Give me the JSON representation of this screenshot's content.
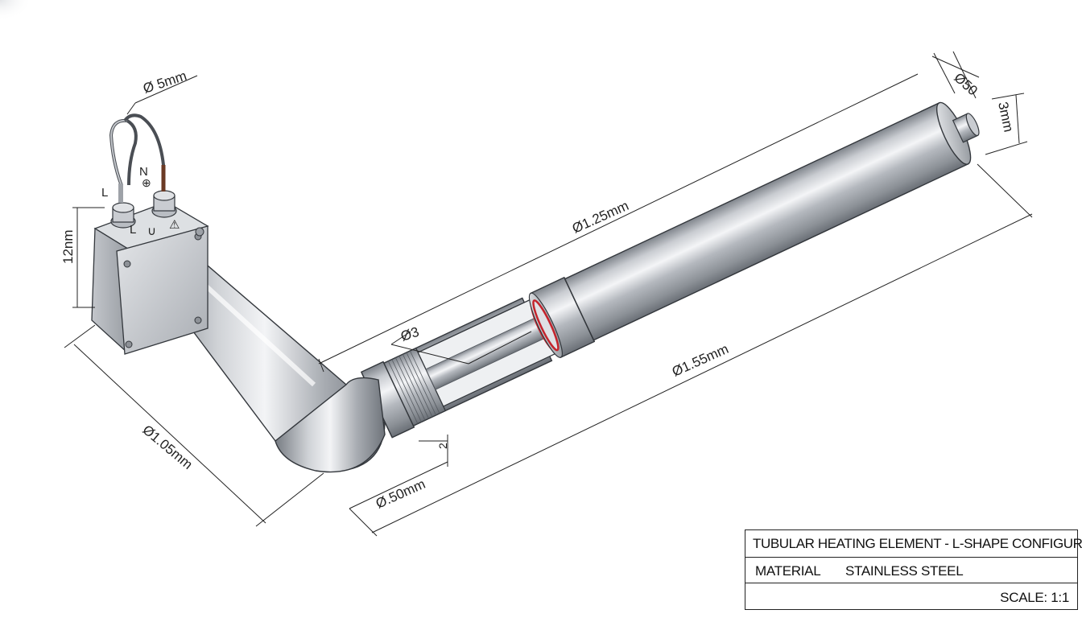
{
  "dimensions": {
    "lead_dia": "Ø  5mm",
    "tip_dia": "Ø50",
    "tip_len": "3mm",
    "box_height": "12nm",
    "tube_dia_upper": "Ø1.25mm",
    "tube_dia_lower": "Ø1.55mm",
    "window_dia": "Ø3",
    "leg_dia": "Ø1.05mm",
    "collar_dia": "Ø.50mm",
    "small_dim": "2"
  },
  "terminals": {
    "live_upper": "L",
    "neutral_upper": "N",
    "live_lower": "L",
    "ground_mark": "∪",
    "warning_mark": "⚠",
    "neutral_mark": "⊕"
  },
  "title_block": {
    "title": "TUBULAR HEATING ELEMENT - L-SHAPE CONFIGURATION",
    "material_label": "MATERIAL",
    "material_value": "STAINLESS STEEL",
    "scale": "SCALE: 1:1"
  },
  "colors": {
    "steel_light": "#f2f3f5",
    "steel_mid": "#b9bdc3",
    "steel_dark": "#6e737a",
    "seal_red": "#c4242c",
    "wire_brown": "#6b3a24",
    "line": "#222222"
  }
}
